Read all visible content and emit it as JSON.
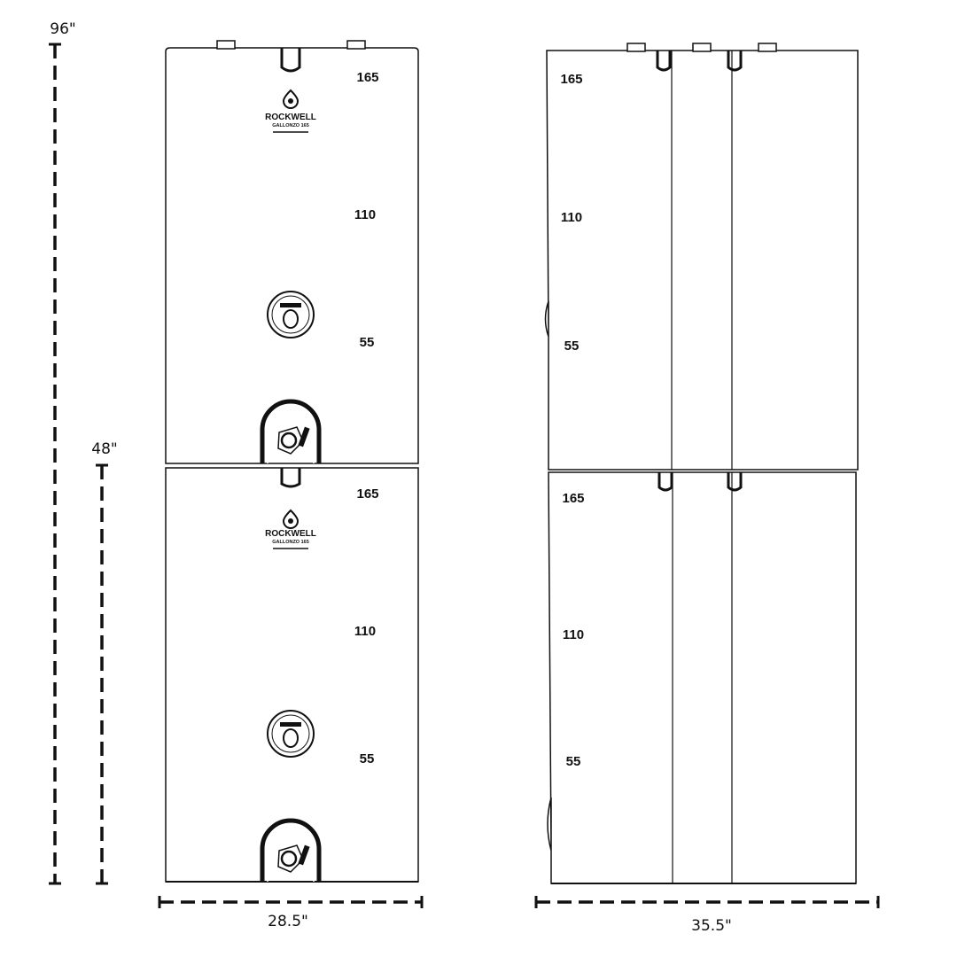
{
  "dimensions": {
    "total_height": "96\"",
    "single_height": "48\"",
    "front_width": "28.5\"",
    "side_depth": "35.5\""
  },
  "logo": {
    "brand": "ROCKWELL",
    "model": "GALLONZO 165"
  },
  "front_view": {
    "tanks": [
      {
        "marks": [
          "165",
          "110",
          "55"
        ]
      },
      {
        "marks": [
          "165",
          "110",
          "55"
        ]
      }
    ]
  },
  "side_view": {
    "tanks": [
      {
        "marks": [
          "165",
          "110",
          "55"
        ]
      },
      {
        "marks": [
          "165",
          "110",
          "55"
        ]
      }
    ]
  }
}
